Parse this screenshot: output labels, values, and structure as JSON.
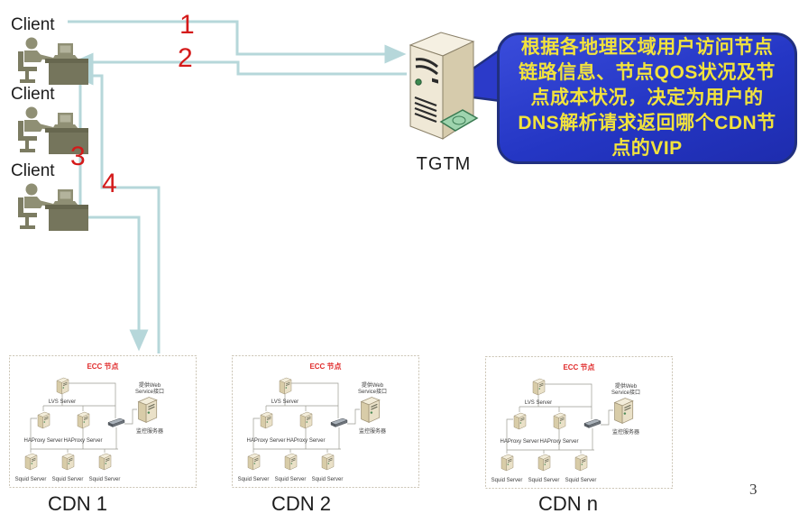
{
  "clients": [
    {
      "label": "Client"
    },
    {
      "label": "Client"
    },
    {
      "label": "Client"
    }
  ],
  "flow_numbers": [
    "1",
    "2",
    "3",
    "4"
  ],
  "tgtm_label": "TGTM",
  "callout": {
    "lines": [
      "根据各地理区域用户访问节点",
      "链路信息、节点QOS状况及节",
      "点成本状况，决定为用户的",
      "DNS解析请求返回哪个CDN节",
      "点的VIP"
    ],
    "bg_color": "#2436c4",
    "border_color": "#21307f",
    "text_color": "#f2e33c"
  },
  "cdn_nodes": [
    {
      "label": "CDN 1"
    },
    {
      "label": "CDN 2"
    },
    {
      "label": "CDN n"
    }
  ],
  "ecc_node": {
    "title": "ECC 节点",
    "lvs_label": "LVS Server",
    "haproxy_label": "HAProxy Server",
    "squid_label": "Squid Server",
    "web_service_line1": "提供Web",
    "web_service_line2": "Service接口",
    "monitor_label": "监控服务器"
  },
  "page_number": "3",
  "colors": {
    "arrow": "#b6d7da",
    "step_number": "#d41a1a",
    "ecc_title": "#e02b2b"
  }
}
